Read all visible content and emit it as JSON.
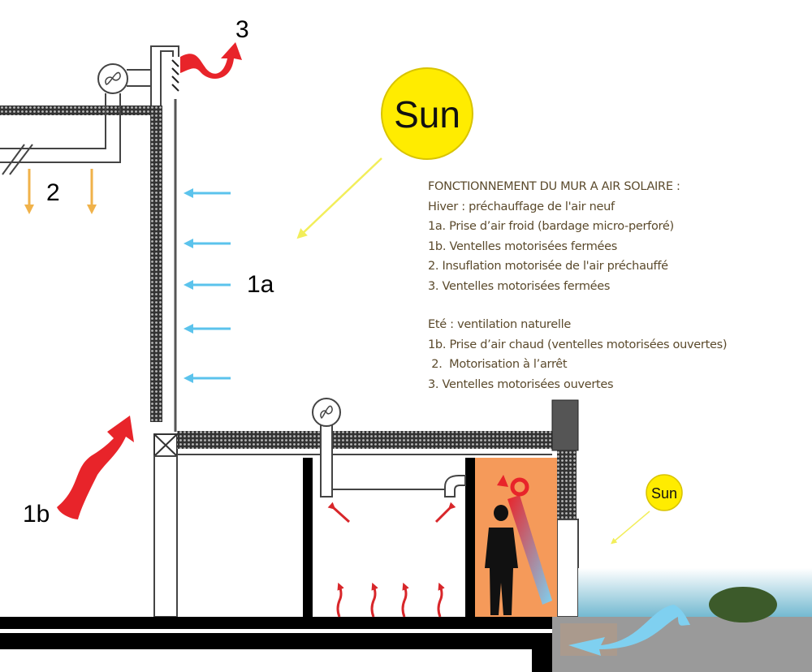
{
  "labels": {
    "l1a": "1a",
    "l1b": "1b",
    "l2": "2",
    "l3": "3"
  },
  "sun_big": "Sun",
  "sun_small": "Sun",
  "legend": {
    "title": "FONCTIONNEMENT DU MUR A AIR SOLAIRE :",
    "winter_heading": "Hiver : préchauffage de l'air neuf",
    "winter_items": [
      "1a. Prise d’air froid (bardage micro-perforé)",
      "1b. Ventelles motorisées fermées",
      "2. Insuflation motorisée de l'air préchauffé",
      "3. Ventelles motorisées fermées"
    ],
    "summer_heading": "Eté : ventilation naturelle",
    "summer_items": [
      "1b. Prise d’air chaud (ventelles motorisées ouvertes)",
      " 2.  Motorisation à l’arrêt",
      "3. Ventelles motorisées ouvertes"
    ]
  },
  "colors": {
    "sun": "#ffec00",
    "cold_air": "#5bc3ec",
    "warm_air": "#e8242a",
    "heated_air": "#f0b24a",
    "room_orange": "#f59a5a",
    "text": "#5b4a2c"
  }
}
